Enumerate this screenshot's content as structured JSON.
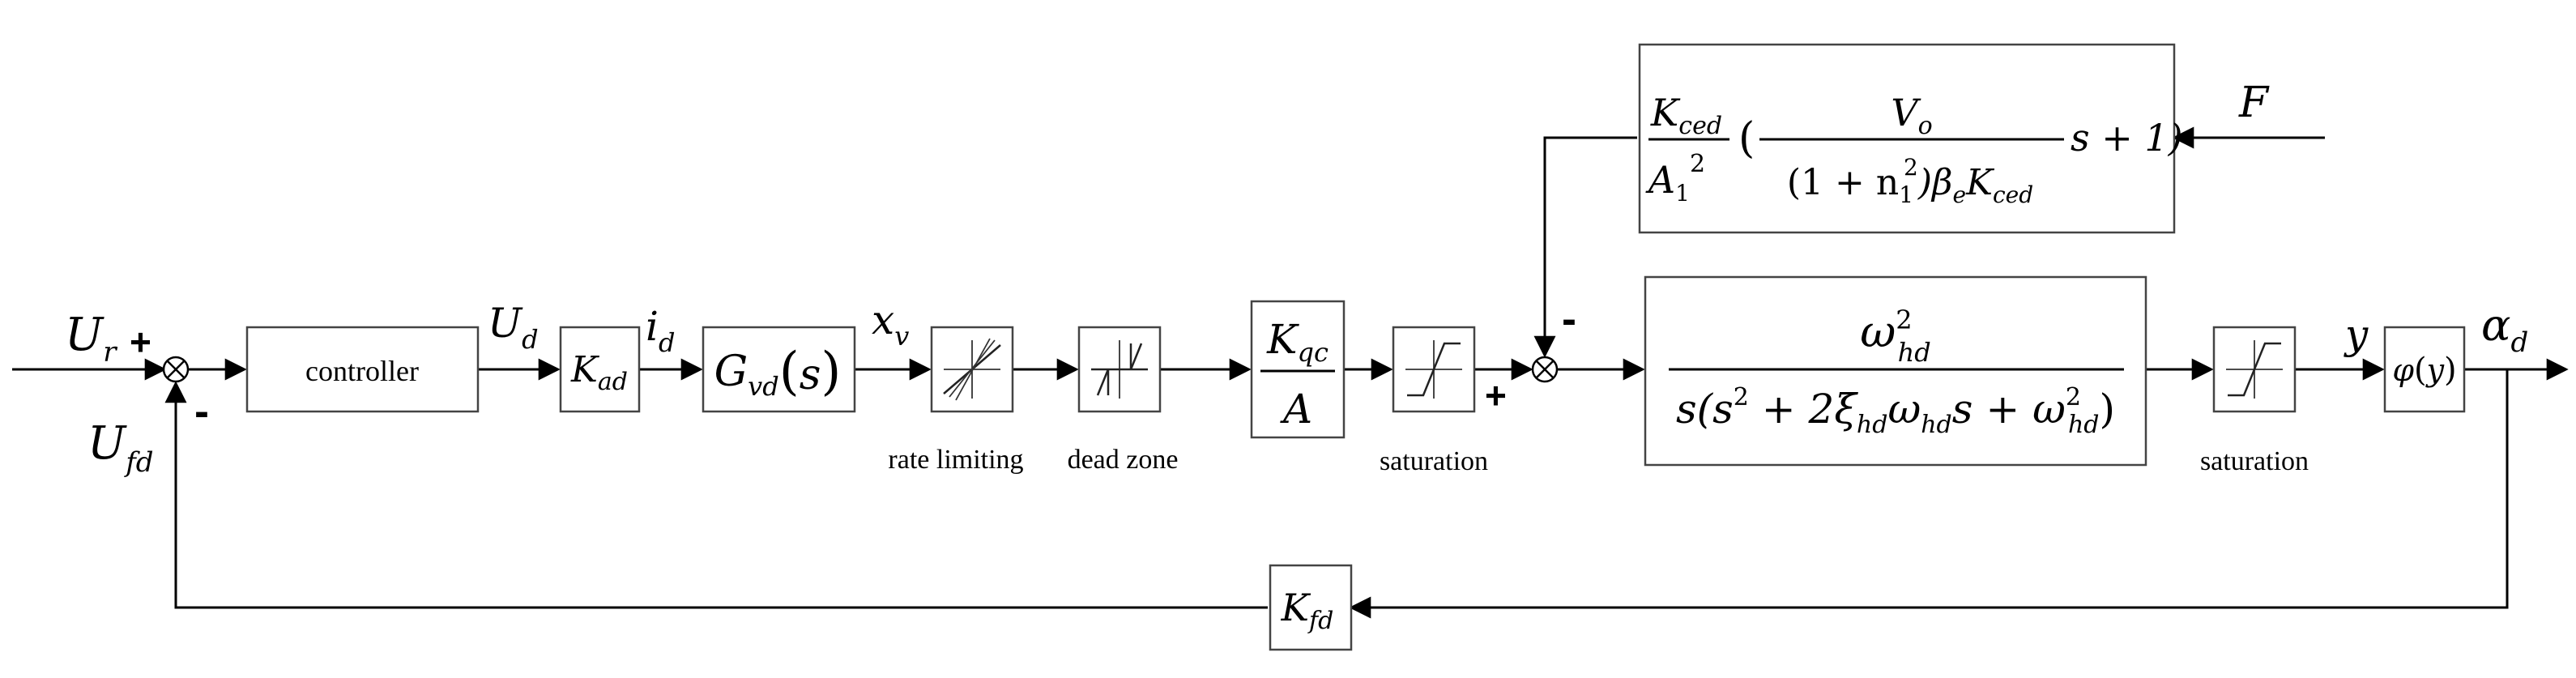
{
  "signals": {
    "reference": {
      "main": "U",
      "sub": "r"
    },
    "control": {
      "main": "U",
      "sub": "d"
    },
    "current": {
      "main": "i",
      "sub": "d"
    },
    "valve_displacement": {
      "main": "x",
      "sub": "v"
    },
    "feedback": {
      "main": "U",
      "sub": "fd"
    },
    "disturbance": "F",
    "displacement": "y",
    "output": {
      "main": "α",
      "sub": "d"
    }
  },
  "signs": {
    "reference_plus": "+",
    "feedback_minus": "-",
    "flow_plus": "+",
    "disturbance_minus": "-"
  },
  "blocks": {
    "controller": "controller",
    "current_gain": {
      "main": "K",
      "sub": "ad"
    },
    "valve": {
      "main": "G",
      "sub": "vd",
      "arg": "s"
    },
    "flow_gain": {
      "num_main": "K",
      "num_sub": "qc",
      "den": "A"
    },
    "hydraulic": {
      "num": {
        "main": "ω",
        "sup": "2",
        "sub": "hd"
      },
      "den_parts": [
        "s(s",
        "2",
        " + 2ξ",
        "hd",
        "ω",
        "hd",
        "s + ω",
        "2",
        "hd",
        ")"
      ]
    },
    "load_output": {
      "func": "φ",
      "arg": "y"
    },
    "feedback_gain": {
      "main": "K",
      "sub": "fd"
    },
    "disturbance_tf": {
      "gain_num": {
        "main": "K",
        "sub": "ced"
      },
      "gain_den": {
        "main": "A",
        "sub": "1",
        "sup": "2"
      },
      "inner_num": {
        "main": "V",
        "sub": "o"
      },
      "inner_den_parts": [
        "(1 + n",
        "1",
        "2",
        ")β",
        "e",
        "K",
        "ced"
      ],
      "tail": "s + 1)",
      "open_paren": "("
    }
  },
  "nonlinear_labels": {
    "rate_limiting": "rate limiting",
    "dead_zone": "dead zone",
    "saturation_1": "saturation",
    "saturation_2": "saturation"
  }
}
